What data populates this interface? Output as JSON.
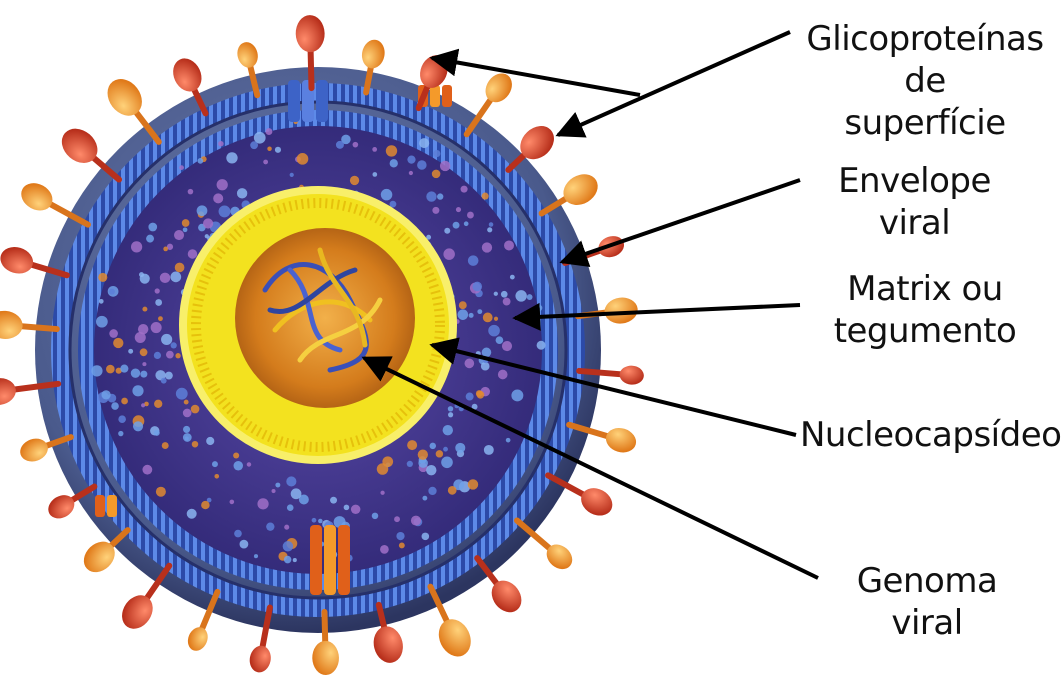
{
  "labels": {
    "glycoproteins": [
      "Glicoproteínas de",
      "superfície"
    ],
    "envelope": "Envelope viral",
    "matrix": [
      "Matrix ou",
      "tegumento"
    ],
    "nucleocapsid": "Nucleocapsídeo",
    "genome": "Genoma viral"
  },
  "colors": {
    "envelope_outer": "#4a5a8c",
    "membrane": "#3d63c7",
    "matrix_fill": "#3a2f86",
    "capsid_yellow": "#f3e21f",
    "core_orange": "#e0891f",
    "glycoprotein_red": "#d9472b",
    "glycoprotein_orange": "#f2a235",
    "arrow": "#000000"
  }
}
